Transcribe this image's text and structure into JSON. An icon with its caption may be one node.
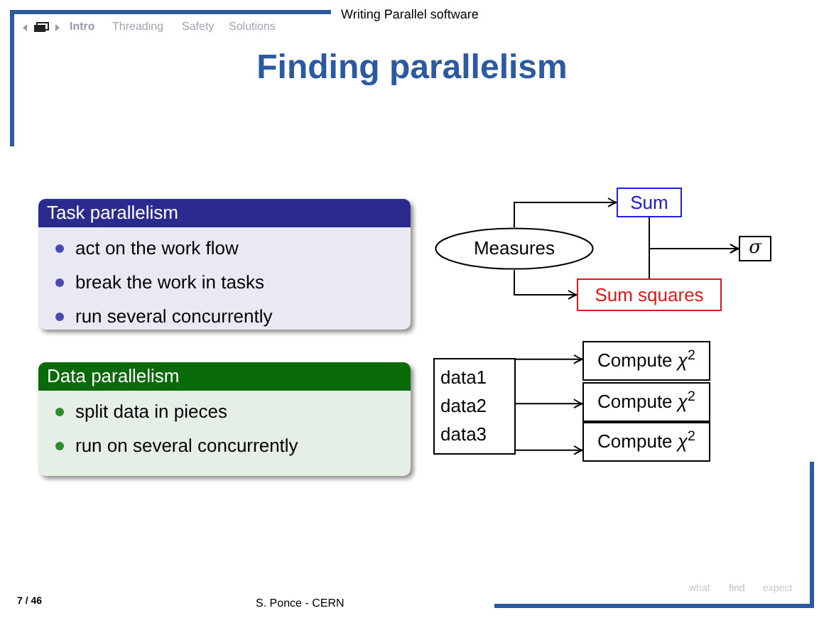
{
  "diagram": {
    "title": "Finding parallelism",
    "nodes": [
      {
        "text": [
          "Task parallelism",
          "act on the work flow",
          "break the work in tasks",
          "run several concurrently"
        ]
      },
      {
        "text": [
          "Data parallelism",
          "split data in pieces",
          "run on several concurrently"
        ]
      },
      {
        "text": [
          "Measures"
        ]
      },
      {
        "text": [
          "Sum"
        ]
      },
      {
        "text": [
          "Sum squares"
        ]
      },
      {
        "text": [
          "σ"
        ]
      },
      {
        "text": [
          "data1",
          "data2",
          "data3"
        ]
      },
      {
        "text": [
          "Compute *χ*$^{2}$"
        ]
      },
      {
        "text": [
          "Compute *χ*$^{2}$"
        ]
      },
      {
        "text": [
          "Compute *χ*$^{2}$"
        ]
      }
    ],
    "edges": [
      {
        "from": 2,
        "to": 3,
        "arrow": "to"
      },
      {
        "from": 2,
        "to": 4,
        "arrow": "to"
      },
      {
        "from": 3,
        "to": 5,
        "arrow": "to"
      },
      {
        "from": 4,
        "to": 5,
        "arrow": "to"
      },
      {
        "from": 6,
        "to": 7,
        "arrow": "to"
      },
      {
        "from": 6,
        "to": 8,
        "arrow": "to"
      },
      {
        "from": 6,
        "to": 9,
        "arrow": "to"
      }
    ],
    "labels": [
      "Writing Parallel software",
      "Intro",
      "Threading",
      "Safety",
      "Solutions",
      "7 / 46",
      "S. Ponce - CERN",
      "what",
      "find",
      "expect"
    ]
  }
}
